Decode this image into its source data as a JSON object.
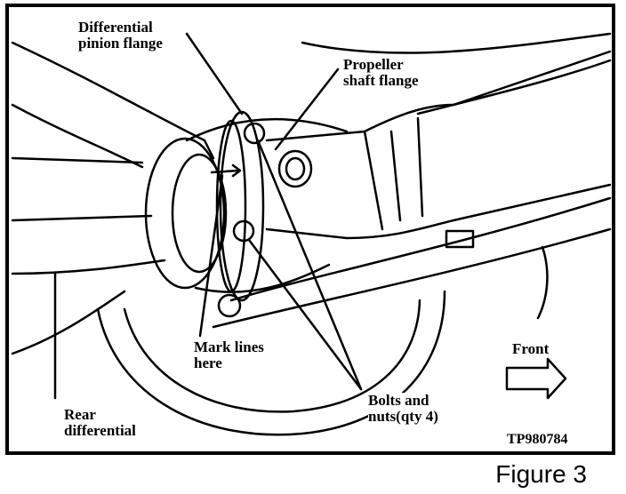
{
  "figure": {
    "caption": "Figure 3",
    "code": "TP980784"
  },
  "labels": {
    "pinion_flange": "Differential\npinion flange",
    "propeller_flange": "Propeller\nshaft flange",
    "mark_lines": "Mark lines\nhere",
    "bolts_nuts": "Bolts and\nnuts(qty 4)",
    "rear_diff": "Rear\ndifferential",
    "front": "Front"
  }
}
